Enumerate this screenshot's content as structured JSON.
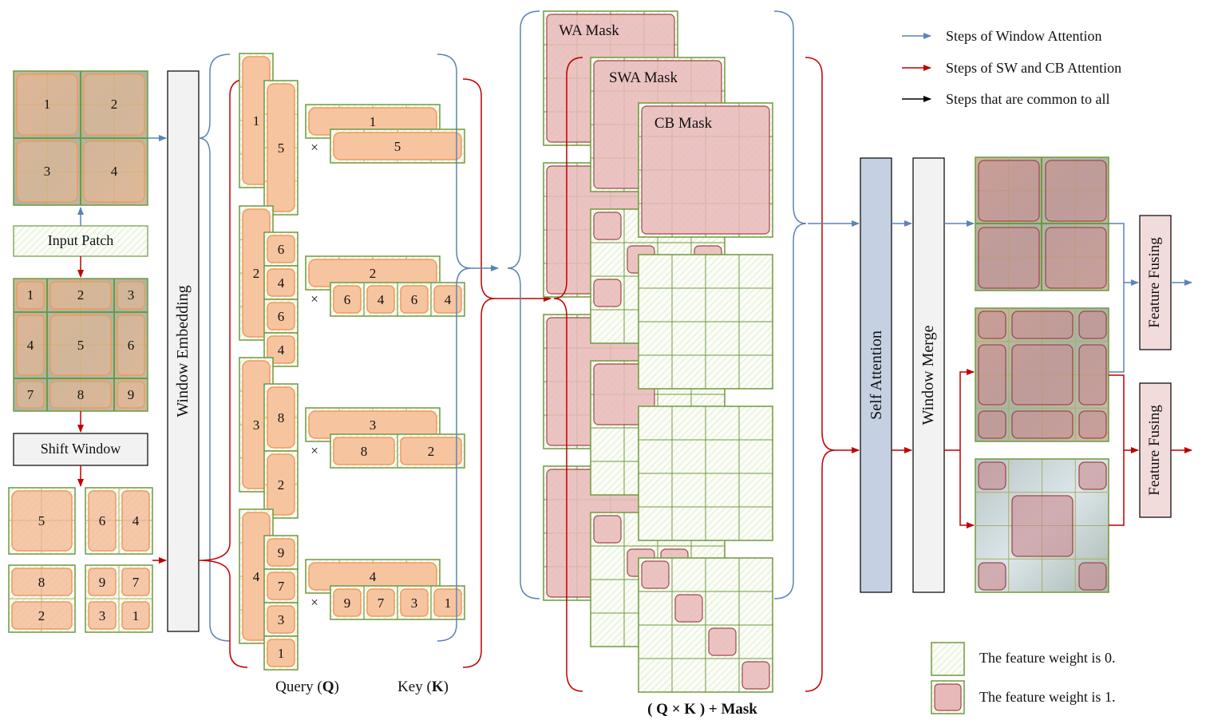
{
  "legend": {
    "window_attention": "Steps of Window Attention",
    "sw_cb_attention": "Steps of SW and CB Attention",
    "common": "Steps that are common to all",
    "weight0": "The feature weight is 0.",
    "weight1": "The feature weight is 1."
  },
  "input_patch": "Input Patch",
  "shift_window": "Shift Window",
  "window_embedding": "Window Embedding",
  "self_attention": "Self Attention",
  "window_merge": "Window Merge",
  "feature_fusing": "Feature Fusing",
  "masks": {
    "wa": "WA Mask",
    "swa": "SWA Mask",
    "cb": "CB Mask"
  },
  "query_label": "Query (",
  "query_bold": "Q",
  "key_label": "Key (",
  "key_bold": "K",
  "close_paren": ")",
  "formula": "( Q × K ) + Mask",
  "times": "×",
  "numbers": [
    "1",
    "2",
    "3",
    "4",
    "5",
    "6",
    "7",
    "8",
    "9"
  ],
  "colors": {
    "blue": "#5b83b8",
    "red": "#c00000",
    "green": "#6f9a3c",
    "orange": "#ef9a5a",
    "pink": "#efc9c9",
    "mask": "#a04a4a",
    "blue_box": "#c5d0e2"
  }
}
